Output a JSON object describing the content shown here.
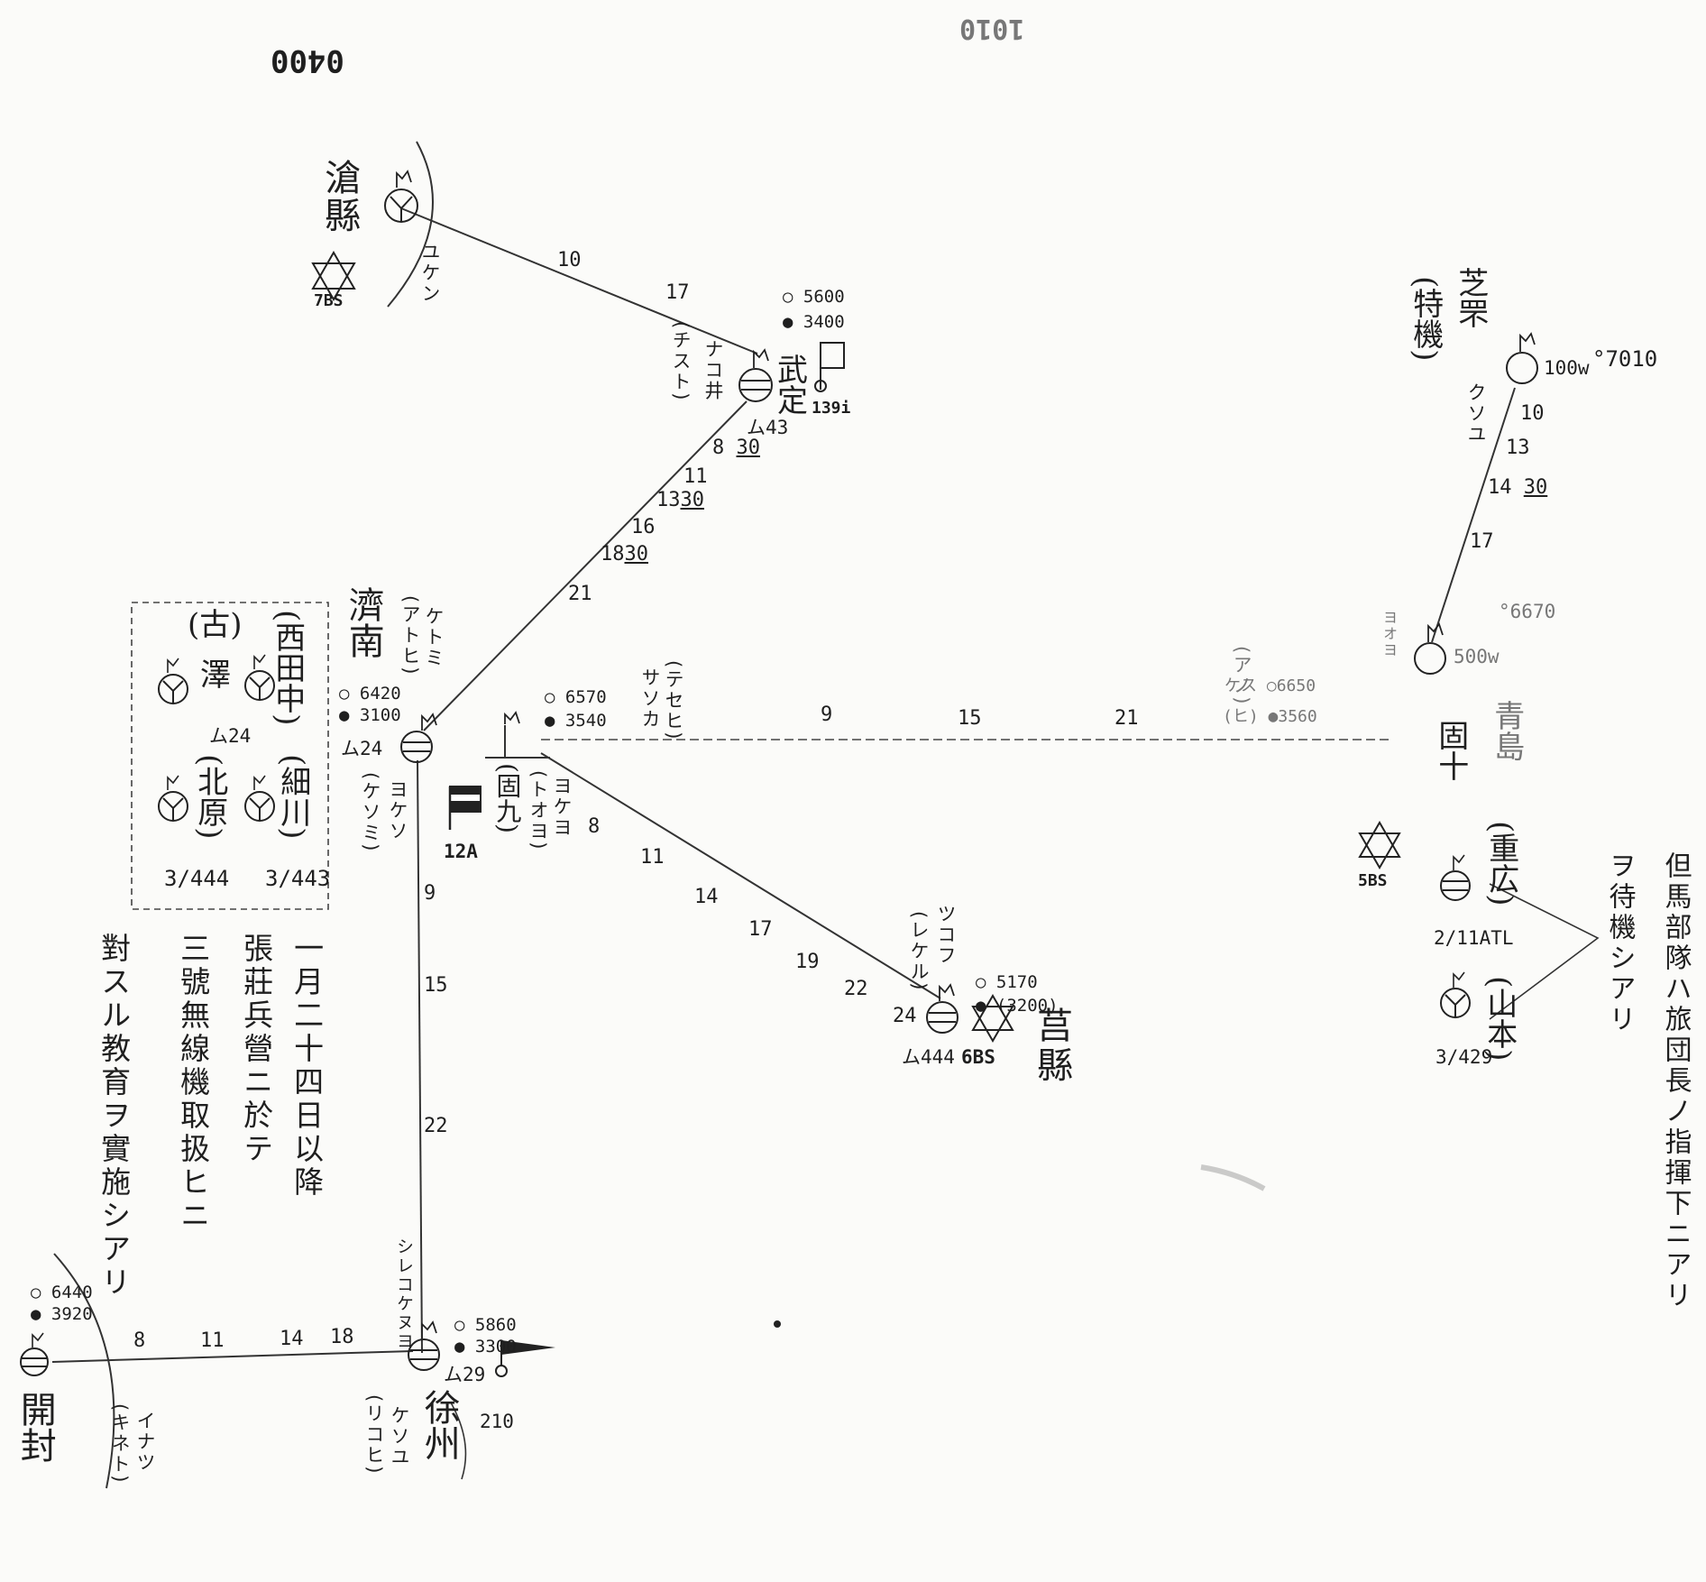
{
  "header": {
    "time_left": "0400",
    "time_center": "1010"
  },
  "stations": {
    "cangxian": {
      "name_a": "滄",
      "name_b": "縣",
      "call": "ユケン",
      "unit": "7BS"
    },
    "wuding": {
      "name_a": "武",
      "name_b": "定",
      "freq1": "5600",
      "freq2": "3400",
      "call": "ナコ井",
      "call_alt": "チスト",
      "code": "ム43",
      "unit": "139i"
    },
    "jinan": {
      "name": "濟南",
      "call": "ケトミ",
      "call_alt": "アトヒ",
      "freq1": "6420",
      "freq2": "3100",
      "code": "ム24",
      "call_lower": "ヨケソ",
      "call_lower_alt": "ケソミ"
    },
    "group": {
      "s1": "西田中",
      "s2": "古",
      "s3": "澤",
      "s4": "北原",
      "s5": "細川",
      "mid_code": "ム24",
      "code_left": "3/444",
      "code_right": "3/443"
    },
    "hub": {
      "freq1": "6570",
      "freq2": "3540",
      "call": "サソカ",
      "call_alt": "テセヒ",
      "name": "固九",
      "call_lower": "ヨケヨ",
      "call_lower_alt": "トオヨ",
      "unit": "12A"
    },
    "juxian": {
      "name_a": "莒",
      "name_b": "縣",
      "call": "ツコフ",
      "call_alt": "レケル",
      "freq1": "5170",
      "freq2": "(3200)",
      "code": "444",
      "unit": "6BS"
    },
    "xuzhou": {
      "name": "徐州",
      "call": "シレコケヌヨ",
      "freq1": "5860",
      "freq2": "3300",
      "code": "ム29",
      "call_lower": "ケソユ",
      "call_lower_alt": "リコヒ",
      "unit": "210"
    },
    "kaifeng": {
      "name": "開封",
      "freq1": "6440",
      "freq2": "3920",
      "call": "イナツ",
      "call_alt": "キネト"
    },
    "tokki": {
      "paren": "特機",
      "name": "芝罘",
      "call": "クソユ",
      "freq_w": "100w",
      "freq": "7010",
      "call_lower": "ヨオヨ",
      "freq_lower": "6670",
      "power_lower": "500w"
    },
    "qingdao": {
      "name": "青島",
      "name_b": "固十",
      "call": "アノ",
      "call_b": "ケス",
      "freq1": "6650",
      "freq2": "3560"
    },
    "qingdao_sub": {
      "unit": "5BS",
      "s1": "重広",
      "s1_code": "2/11ATL",
      "s2": "山本",
      "s2_code": "3/429"
    }
  },
  "links": {
    "cangxian_wuding": [
      "10",
      "17"
    ],
    "wuding_jinan": [
      "8",
      "30",
      "11",
      "13",
      "30",
      "16",
      "18",
      "30",
      "21"
    ],
    "jinan_xuzhou": [
      "9",
      "15",
      "22"
    ],
    "kaifeng_xuzhou": [
      "8",
      "11",
      "14",
      "18"
    ],
    "hub_juxian": [
      "8",
      "11",
      "14",
      "17",
      "19",
      "22",
      "24"
    ],
    "hub_qingdao": [
      "9",
      "15",
      "21"
    ],
    "tokki_lower": [
      "10",
      "13",
      "14",
      "30",
      "17"
    ]
  },
  "notes": {
    "note1": "一月二十四日以降",
    "note2": "張莊兵營ニ於テ",
    "note3": "三號無線機取扱ヒニ",
    "note4": "對スル教育ヲ實施シアリ",
    "right_note_a": "ヲ待機シアリ",
    "right_note_b": "但馬部隊ハ旅団長ノ指揮下ニアリ"
  }
}
